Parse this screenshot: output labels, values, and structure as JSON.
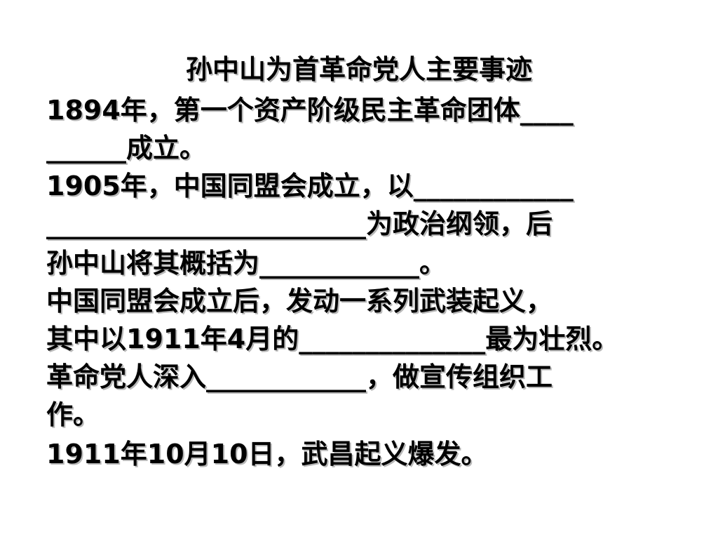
{
  "slide": {
    "title": "孙中山为首革命党人主要事迹",
    "lines": [
      "1894年，第一个资产阶级民主革命团体____",
      "______成立。",
      "1905年，中国同盟会成立，以____________",
      "________________________为政治纲领，后",
      "孙中山将其概括为____________。",
      "中国同盟会成立后，发动一系列武装起义，",
      "其中以1911年4月的______________最为壮烈。",
      "革命党人深入____________，做宣传组织工",
      "作。",
      "1911年10月10日，武昌起义爆发。"
    ]
  }
}
